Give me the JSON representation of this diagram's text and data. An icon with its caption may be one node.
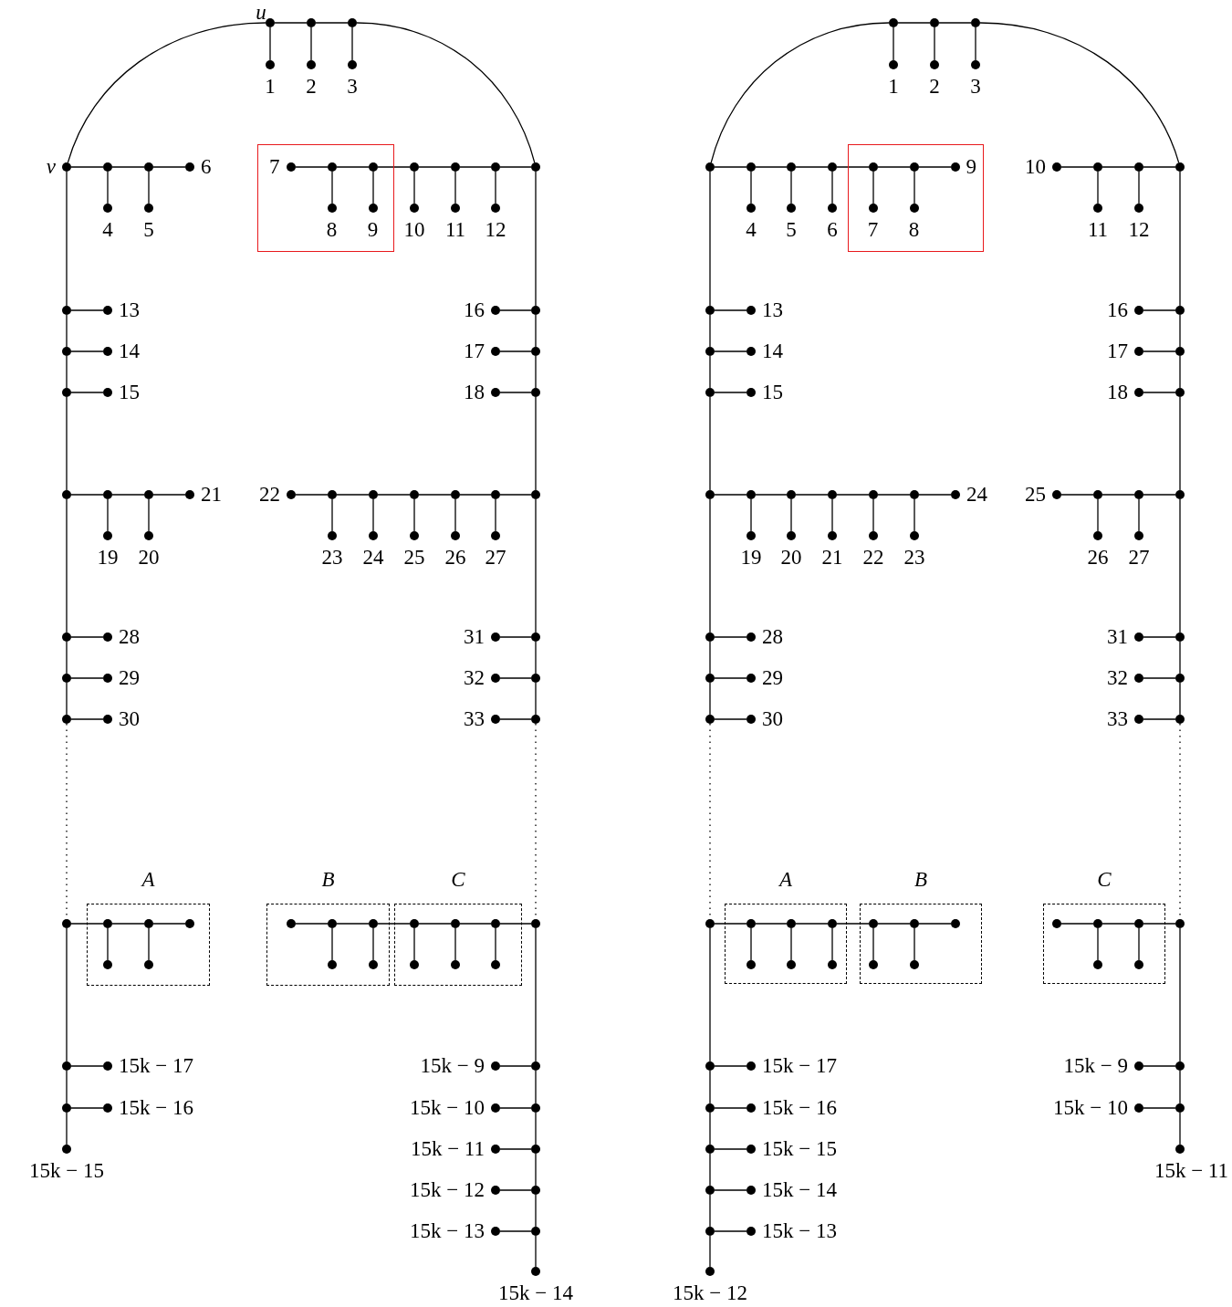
{
  "diagram": {
    "nodes": [
      {
        "text": [
          "u"
        ]
      },
      {
        "text": [
          "1"
        ]
      },
      {
        "text": [],
        "shape": "circle"
      },
      {
        "text": [
          "2"
        ]
      },
      {
        "text": [],
        "shape": "circle"
      },
      {
        "text": [
          "3"
        ]
      },
      {
        "text": [
          "v"
        ]
      },
      {
        "text": [],
        "shape": "circle"
      },
      {
        "text": [
          "4"
        ]
      },
      {
        "text": [],
        "shape": "circle"
      },
      {
        "text": [
          "5"
        ]
      },
      {
        "text": [
          "6"
        ]
      },
      {
        "text": [],
        "shape": "box"
      },
      {
        "text": [
          "7"
        ],
        "in": 12
      },
      {
        "text": [],
        "shape": "circle",
        "in": 12
      },
      {
        "text": [
          "8"
        ],
        "in": 12
      },
      {
        "text": [],
        "shape": "circle",
        "in": 12
      },
      {
        "text": [
          "9"
        ],
        "in": 12
      },
      {
        "text": [],
        "shape": "circle"
      },
      {
        "text": [
          "10"
        ]
      },
      {
        "text": [],
        "shape": "circle"
      },
      {
        "text": [
          "11"
        ]
      },
      {
        "text": [],
        "shape": "circle"
      },
      {
        "text": [
          "12"
        ]
      },
      {
        "text": [],
        "shape": "circle"
      },
      {
        "text": [],
        "shape": "circle"
      },
      {
        "text": [
          "13"
        ]
      },
      {
        "text": [
          "16"
        ]
      },
      {
        "text": [],
        "shape": "circle"
      },
      {
        "text": [],
        "shape": "circle"
      },
      {
        "text": [
          "14"
        ]
      },
      {
        "text": [
          "17"
        ]
      },
      {
        "text": [],
        "shape": "circle"
      },
      {
        "text": [],
        "shape": "circle"
      },
      {
        "text": [
          "15"
        ]
      },
      {
        "text": [
          "18"
        ]
      },
      {
        "text": [],
        "shape": "circle"
      },
      {
        "text": [],
        "shape": "circle"
      },
      {
        "text": [],
        "shape": "circle"
      },
      {
        "text": [],
        "shape": "circle"
      },
      {
        "text": [
          "21"
        ]
      },
      {
        "text": [
          "22"
        ]
      },
      {
        "text": [],
        "shape": "circle"
      },
      {
        "text": [],
        "shape": "circle"
      },
      {
        "text": [],
        "shape": "circle"
      },
      {
        "text": [],
        "shape": "circle"
      },
      {
        "text": [],
        "shape": "circle"
      },
      {
        "text": [],
        "shape": "circle"
      },
      {
        "text": [
          "19"
        ]
      },
      {
        "text": [
          "20"
        ]
      },
      {
        "text": [
          "23"
        ]
      },
      {
        "text": [
          "24"
        ]
      },
      {
        "text": [
          "25"
        ]
      },
      {
        "text": [
          "26"
        ]
      },
      {
        "text": [
          "27"
        ]
      },
      {
        "text": [],
        "shape": "circle"
      },
      {
        "text": [
          "28"
        ]
      },
      {
        "text": [
          "31"
        ]
      },
      {
        "text": [],
        "shape": "circle"
      },
      {
        "text": [],
        "shape": "circle"
      },
      {
        "text": [
          "29"
        ]
      },
      {
        "text": [
          "32"
        ]
      },
      {
        "text": [],
        "shape": "circle"
      },
      {
        "text": [],
        "shape": "circle"
      },
      {
        "text": [
          "30"
        ]
      },
      {
        "text": [
          "33"
        ]
      },
      {
        "text": [],
        "shape": "circle"
      },
      {
        "text": [],
        "shape": "circle"
      },
      {
        "text": [
          "A"
        ]
      },
      {
        "text": [],
        "shape": "circle",
        "in": 68
      },
      {
        "text": [],
        "shape": "circle",
        "in": 68
      },
      {
        "text": [],
        "shape": "circle",
        "in": 68
      },
      {
        "text": [],
        "shape": "circle",
        "in": 68
      },
      {
        "text": [],
        "shape": "circle",
        "in": 68
      },
      {
        "text": [
          "B"
        ]
      },
      {
        "text": [],
        "shape": "circle",
        "in": 74
      },
      {
        "text": [],
        "shape": "circle",
        "in": 74
      },
      {
        "text": [],
        "shape": "circle",
        "in": 74
      },
      {
        "text": [],
        "shape": "circle",
        "in": 74
      },
      {
        "text": [],
        "shape": "circle",
        "in": 74
      },
      {
        "text": [
          "C"
        ]
      },
      {
        "text": [],
        "shape": "circle",
        "in": 80
      },
      {
        "text": [],
        "shape": "circle",
        "in": 80
      },
      {
        "text": [],
        "shape": "circle",
        "in": 80
      },
      {
        "text": [],
        "shape": "circle",
        "in": 80
      },
      {
        "text": [],
        "shape": "circle",
        "in": 80
      },
      {
        "text": [],
        "shape": "circle",
        "in": 80
      },
      {
        "text": [],
        "shape": "circle"
      },
      {
        "text": [],
        "shape": "circle"
      },
      {
        "text": [
          "15k − 17"
        ]
      },
      {
        "text": [
          "15k − 9"
        ]
      },
      {
        "text": [],
        "shape": "circle"
      },
      {
        "text": [],
        "shape": "circle"
      },
      {
        "text": [
          "15k − 16"
        ]
      },
      {
        "text": [
          "15k − 10"
        ]
      },
      {
        "text": [],
        "shape": "circle"
      },
      {
        "text": [
          "15k − 15"
        ]
      },
      {
        "text": [
          "15k − 11"
        ]
      },
      {
        "text": [],
        "shape": "circle"
      },
      {
        "text": [
          "15k − 12"
        ]
      },
      {
        "text": [],
        "shape": "circle"
      },
      {
        "text": [
          "15k − 13"
        ]
      },
      {
        "text": [],
        "shape": "circle"
      },
      {
        "text": [
          "15k − 14"
        ]
      },
      {
        "text": [],
        "shape": "circle"
      },
      {
        "text": [
          "1"
        ]
      },
      {
        "text": [],
        "shape": "circle"
      },
      {
        "text": [
          "2"
        ]
      },
      {
        "text": [],
        "shape": "circle"
      },
      {
        "text": [
          "3"
        ]
      },
      {
        "text": [],
        "shape": "circle"
      },
      {
        "text": [],
        "shape": "circle"
      },
      {
        "text": [
          "4"
        ]
      },
      {
        "text": [],
        "shape": "circle"
      },
      {
        "text": [
          "5"
        ]
      },
      {
        "text": [],
        "shape": "circle"
      },
      {
        "text": [
          "6"
        ]
      },
      {
        "text": [],
        "shape": "box"
      },
      {
        "text": [],
        "shape": "circle",
        "in": 117
      },
      {
        "text": [
          "7"
        ],
        "in": 117
      },
      {
        "text": [],
        "shape": "circle",
        "in": 117
      },
      {
        "text": [
          "8"
        ],
        "in": 117
      },
      {
        "text": [
          "9"
        ],
        "in": 117
      },
      {
        "text": [
          "10"
        ]
      },
      {
        "text": [],
        "shape": "circle"
      },
      {
        "text": [
          "11"
        ]
      },
      {
        "text": [],
        "shape": "circle"
      },
      {
        "text": [
          "12"
        ]
      },
      {
        "text": [],
        "shape": "circle"
      },
      {
        "text": [],
        "shape": "circle"
      },
      {
        "text": [
          "13"
        ]
      },
      {
        "text": [
          "16"
        ]
      },
      {
        "text": [],
        "shape": "circle"
      },
      {
        "text": [],
        "shape": "circle"
      },
      {
        "text": [
          "14"
        ]
      },
      {
        "text": [
          "17"
        ]
      },
      {
        "text": [],
        "shape": "circle"
      },
      {
        "text": [],
        "shape": "circle"
      },
      {
        "text": [
          "15"
        ]
      },
      {
        "text": [
          "18"
        ]
      },
      {
        "text": [],
        "shape": "circle"
      },
      {
        "text": [],
        "shape": "circle"
      },
      {
        "text": [],
        "shape": "circle"
      },
      {
        "text": [],
        "shape": "circle"
      },
      {
        "text": [],
        "shape": "circle"
      },
      {
        "text": [],
        "shape": "circle"
      },
      {
        "text": [],
        "shape": "circle"
      },
      {
        "text": [
          "24"
        ]
      },
      {
        "text": [
          "25"
        ]
      },
      {
        "text": [],
        "shape": "circle"
      },
      {
        "text": [],
        "shape": "circle"
      },
      {
        "text": [],
        "shape": "circle"
      },
      {
        "text": [
          "19"
        ]
      },
      {
        "text": [
          "20"
        ]
      },
      {
        "text": [
          "21"
        ]
      },
      {
        "text": [
          "22"
        ]
      },
      {
        "text": [
          "23"
        ]
      },
      {
        "text": [
          "26"
        ]
      },
      {
        "text": [
          "27"
        ]
      },
      {
        "text": [],
        "shape": "circle"
      },
      {
        "text": [
          "28"
        ]
      },
      {
        "text": [
          "31"
        ]
      },
      {
        "text": [],
        "shape": "circle"
      },
      {
        "text": [],
        "shape": "circle"
      },
      {
        "text": [
          "29"
        ]
      },
      {
        "text": [
          "32"
        ]
      },
      {
        "text": [],
        "shape": "circle"
      },
      {
        "text": [],
        "shape": "circle"
      },
      {
        "text": [
          "30"
        ]
      },
      {
        "text": [
          "33"
        ]
      },
      {
        "text": [],
        "shape": "circle"
      },
      {
        "text": [],
        "shape": "circle"
      },
      {
        "text": [
          "A"
        ]
      },
      {
        "text": [],
        "shape": "circle",
        "in": 172
      },
      {
        "text": [],
        "shape": "circle",
        "in": 172
      },
      {
        "text": [],
        "shape": "circle",
        "in": 172
      },
      {
        "text": [],
        "shape": "circle",
        "in": 172
      },
      {
        "text": [],
        "shape": "circle",
        "in": 172
      },
      {
        "text": [],
        "shape": "circle",
        "in": 172
      },
      {
        "text": [
          "B"
        ]
      },
      {
        "text": [],
        "shape": "circle",
        "in": 179
      },
      {
        "text": [],
        "shape": "circle",
        "in": 179
      },
      {
        "text": [],
        "shape": "circle",
        "in": 179
      },
      {
        "text": [],
        "shape": "circle",
        "in": 179
      },
      {
        "text": [],
        "shape": "circle",
        "in": 179
      },
      {
        "text": [
          "C"
        ]
      },
      {
        "text": [],
        "shape": "circle",
        "in": 185
      },
      {
        "text": [],
        "shape": "circle",
        "in": 185
      },
      {
        "text": [],
        "shape": "circle",
        "in": 185
      },
      {
        "text": [],
        "shape": "circle",
        "in": 185
      },
      {
        "text": [],
        "shape": "circle",
        "in": 185
      },
      {
        "text": [],
        "shape": "circle"
      },
      {
        "text": [],
        "shape": "circle"
      },
      {
        "text": [
          "15k − 17"
        ]
      },
      {
        "text": [
          "15k − 9"
        ]
      },
      {
        "text": [],
        "shape": "circle"
      },
      {
        "text": [],
        "shape": "circle"
      },
      {
        "text": [
          "15k − 16"
        ]
      },
      {
        "text": [
          "15k − 10"
        ]
      },
      {
        "text": [],
        "shape": "circle"
      },
      {
        "text": [],
        "shape": "circle"
      },
      {
        "text": [
          "15k − 15"
        ]
      },
      {
        "text": [
          "15k − 11"
        ]
      },
      {
        "text": [],
        "shape": "circle"
      },
      {
        "text": [
          "15k − 14"
        ]
      },
      {
        "text": [],
        "shape": "circle"
      },
      {
        "text": [
          "15k − 13"
        ]
      },
      {
        "text": [
          "15k − 12"
        ]
      }
    ],
    "edges": [
      {
        "from": 6,
        "to": 0,
        "arrow": "none"
      },
      {
        "from": 0,
        "to": 2,
        "arrow": "none"
      },
      {
        "from": 2,
        "to": 4,
        "arrow": "none"
      },
      {
        "from": 4,
        "to": 24,
        "arrow": "none"
      },
      {
        "from": 0,
        "to": 1,
        "arrow": "none"
      },
      {
        "from": 2,
        "to": 3,
        "arrow": "none"
      },
      {
        "from": 4,
        "to": 5,
        "arrow": "none"
      },
      {
        "from": 6,
        "to": 7,
        "arrow": "none"
      },
      {
        "from": 7,
        "to": 9,
        "arrow": "none"
      },
      {
        "from": 9,
        "to": 11,
        "arrow": "none"
      },
      {
        "from": 7,
        "to": 8,
        "arrow": "none"
      },
      {
        "from": 9,
        "to": 10,
        "arrow": "none"
      },
      {
        "from": 13,
        "to": 14,
        "arrow": "none"
      },
      {
        "from": 14,
        "to": 16,
        "arrow": "none"
      },
      {
        "from": 16,
        "to": 18,
        "arrow": "none"
      },
      {
        "from": 18,
        "to": 20,
        "arrow": "none"
      },
      {
        "from": 20,
        "to": 22,
        "arrow": "none"
      },
      {
        "from": 22,
        "to": 24,
        "arrow": "none"
      },
      {
        "from": 14,
        "to": 15,
        "arrow": "none"
      },
      {
        "from": 16,
        "to": 17,
        "arrow": "none"
      },
      {
        "from": 18,
        "to": 19,
        "arrow": "none"
      },
      {
        "from": 20,
        "to": 21,
        "arrow": "none"
      },
      {
        "from": 22,
        "to": 23,
        "arrow": "none"
      },
      {
        "from": 6,
        "to": 25,
        "arrow": "none"
      },
      {
        "from": 25,
        "to": 29,
        "arrow": "none"
      },
      {
        "from": 29,
        "to": 33,
        "arrow": "none"
      },
      {
        "from": 33,
        "to": 37,
        "arrow": "none"
      },
      {
        "from": 37,
        "to": 55,
        "arrow": "none"
      },
      {
        "from": 55,
        "to": 59,
        "arrow": "none"
      },
      {
        "from": 59,
        "to": 63,
        "arrow": "none"
      },
      {
        "from": 63,
        "to": 67,
        "arrow": "none",
        "style": "dashed"
      },
      {
        "from": 67,
        "to": 88,
        "arrow": "none"
      },
      {
        "from": 88,
        "to": 92,
        "arrow": "none"
      },
      {
        "from": 92,
        "to": 96,
        "arrow": "none"
      },
      {
        "from": 24,
        "to": 28,
        "arrow": "none"
      },
      {
        "from": 28,
        "to": 32,
        "arrow": "none"
      },
      {
        "from": 32,
        "to": 36,
        "arrow": "none"
      },
      {
        "from": 36,
        "to": 47,
        "arrow": "none"
      },
      {
        "from": 47,
        "to": 58,
        "arrow": "none"
      },
      {
        "from": 58,
        "to": 62,
        "arrow": "none"
      },
      {
        "from": 62,
        "to": 66,
        "arrow": "none"
      },
      {
        "from": 66,
        "to": 87,
        "arrow": "none",
        "style": "dashed"
      },
      {
        "from": 87,
        "to": 91,
        "arrow": "none"
      },
      {
        "from": 91,
        "to": 95,
        "arrow": "none"
      },
      {
        "from": 95,
        "to": 98,
        "arrow": "none"
      },
      {
        "from": 98,
        "to": 100,
        "arrow": "none"
      },
      {
        "from": 100,
        "to": 102,
        "arrow": "none"
      },
      {
        "from": 102,
        "to": 103,
        "arrow": "none"
      },
      {
        "from": 25,
        "to": 26,
        "arrow": "none"
      },
      {
        "from": 29,
        "to": 30,
        "arrow": "none"
      },
      {
        "from": 33,
        "to": 34,
        "arrow": "none"
      },
      {
        "from": 27,
        "to": 28,
        "arrow": "none"
      },
      {
        "from": 31,
        "to": 32,
        "arrow": "none"
      },
      {
        "from": 35,
        "to": 36,
        "arrow": "none"
      },
      {
        "from": 55,
        "to": 56,
        "arrow": "none"
      },
      {
        "from": 59,
        "to": 60,
        "arrow": "none"
      },
      {
        "from": 63,
        "to": 64,
        "arrow": "none"
      },
      {
        "from": 57,
        "to": 58,
        "arrow": "none"
      },
      {
        "from": 61,
        "to": 62,
        "arrow": "none"
      },
      {
        "from": 65,
        "to": 66,
        "arrow": "none"
      },
      {
        "from": 88,
        "to": 89,
        "arrow": "none"
      },
      {
        "from": 92,
        "to": 93,
        "arrow": "none"
      },
      {
        "from": 90,
        "to": 91,
        "arrow": "none"
      },
      {
        "from": 94,
        "to": 95,
        "arrow": "none"
      },
      {
        "from": 97,
        "to": 98,
        "arrow": "none"
      },
      {
        "from": 99,
        "to": 100,
        "arrow": "none"
      },
      {
        "from": 101,
        "to": 102,
        "arrow": "none"
      },
      {
        "from": 37,
        "to": 38,
        "arrow": "none"
      },
      {
        "from": 38,
        "to": 39,
        "arrow": "none"
      },
      {
        "from": 39,
        "to": 40,
        "arrow": "none"
      },
      {
        "from": 38,
        "to": 48,
        "arrow": "none"
      },
      {
        "from": 39,
        "to": 49,
        "arrow": "none"
      },
      {
        "from": 41,
        "to": 42,
        "arrow": "none"
      },
      {
        "from": 42,
        "to": 43,
        "arrow": "none"
      },
      {
        "from": 43,
        "to": 44,
        "arrow": "none"
      },
      {
        "from": 44,
        "to": 45,
        "arrow": "none"
      },
      {
        "from": 45,
        "to": 46,
        "arrow": "none"
      },
      {
        "from": 46,
        "to": 47,
        "arrow": "none"
      },
      {
        "from": 42,
        "to": 50,
        "arrow": "none"
      },
      {
        "from": 43,
        "to": 51,
        "arrow": "none"
      },
      {
        "from": 44,
        "to": 52,
        "arrow": "none"
      },
      {
        "from": 45,
        "to": 53,
        "arrow": "none"
      },
      {
        "from": 46,
        "to": 54,
        "arrow": "none"
      },
      {
        "from": 67,
        "to": 69,
        "arrow": "none"
      },
      {
        "from": 69,
        "to": 70,
        "arrow": "none"
      },
      {
        "from": 70,
        "to": 71,
        "arrow": "none"
      },
      {
        "from": 69,
        "to": 72,
        "arrow": "none"
      },
      {
        "from": 70,
        "to": 73,
        "arrow": "none"
      },
      {
        "from": 75,
        "to": 76,
        "arrow": "none"
      },
      {
        "from": 76,
        "to": 77,
        "arrow": "none"
      },
      {
        "from": 77,
        "to": 81,
        "arrow": "none"
      },
      {
        "from": 81,
        "to": 82,
        "arrow": "none"
      },
      {
        "from": 82,
        "to": 83,
        "arrow": "none"
      },
      {
        "from": 83,
        "to": 87,
        "arrow": "none"
      },
      {
        "from": 76,
        "to": 78,
        "arrow": "none"
      },
      {
        "from": 77,
        "to": 79,
        "arrow": "none"
      },
      {
        "from": 81,
        "to": 84,
        "arrow": "none"
      },
      {
        "from": 82,
        "to": 85,
        "arrow": "none"
      },
      {
        "from": 83,
        "to": 86,
        "arrow": "none"
      },
      {
        "from": 110,
        "to": 104,
        "arrow": "none"
      },
      {
        "from": 104,
        "to": 106,
        "arrow": "none"
      },
      {
        "from": 106,
        "to": 108,
        "arrow": "none"
      },
      {
        "from": 108,
        "to": 128,
        "arrow": "none"
      },
      {
        "from": 104,
        "to": 105,
        "arrow": "none"
      },
      {
        "from": 106,
        "to": 107,
        "arrow": "none"
      },
      {
        "from": 108,
        "to": 109,
        "arrow": "none"
      },
      {
        "from": 110,
        "to": 111,
        "arrow": "none"
      },
      {
        "from": 111,
        "to": 113,
        "arrow": "none"
      },
      {
        "from": 113,
        "to": 115,
        "arrow": "none"
      },
      {
        "from": 115,
        "to": 118,
        "arrow": "none"
      },
      {
        "from": 118,
        "to": 120,
        "arrow": "none"
      },
      {
        "from": 120,
        "to": 122,
        "arrow": "none"
      },
      {
        "from": 111,
        "to": 112,
        "arrow": "none"
      },
      {
        "from": 113,
        "to": 114,
        "arrow": "none"
      },
      {
        "from": 115,
        "to": 116,
        "arrow": "none"
      },
      {
        "from": 118,
        "to": 119,
        "arrow": "none"
      },
      {
        "from": 120,
        "to": 121,
        "arrow": "none"
      },
      {
        "from": 123,
        "to": 124,
        "arrow": "none"
      },
      {
        "from": 124,
        "to": 126,
        "arrow": "none"
      },
      {
        "from": 126,
        "to": 128,
        "arrow": "none"
      },
      {
        "from": 124,
        "to": 125,
        "arrow": "none"
      },
      {
        "from": 126,
        "to": 127,
        "arrow": "none"
      },
      {
        "from": 110,
        "to": 129,
        "arrow": "none"
      },
      {
        "from": 129,
        "to": 133,
        "arrow": "none"
      },
      {
        "from": 133,
        "to": 137,
        "arrow": "none"
      },
      {
        "from": 137,
        "to": 141,
        "arrow": "none"
      },
      {
        "from": 141,
        "to": 159,
        "arrow": "none"
      },
      {
        "from": 159,
        "to": 163,
        "arrow": "none"
      },
      {
        "from": 163,
        "to": 167,
        "arrow": "none"
      },
      {
        "from": 167,
        "to": 171,
        "arrow": "none",
        "style": "dashed"
      },
      {
        "from": 171,
        "to": 192,
        "arrow": "none"
      },
      {
        "from": 192,
        "to": 196,
        "arrow": "none"
      },
      {
        "from": 196,
        "to": 200,
        "arrow": "none"
      },
      {
        "from": 200,
        "to": 203,
        "arrow": "none"
      },
      {
        "from": 203,
        "to": 205,
        "arrow": "none"
      },
      {
        "from": 205,
        "to": 207,
        "arrow": "none"
      },
      {
        "from": 128,
        "to": 132,
        "arrow": "none"
      },
      {
        "from": 132,
        "to": 136,
        "arrow": "none"
      },
      {
        "from": 136,
        "to": 140,
        "arrow": "none"
      },
      {
        "from": 140,
        "to": 151,
        "arrow": "none"
      },
      {
        "from": 151,
        "to": 162,
        "arrow": "none"
      },
      {
        "from": 162,
        "to": 166,
        "arrow": "none"
      },
      {
        "from": 166,
        "to": 170,
        "arrow": "none"
      },
      {
        "from": 170,
        "to": 191,
        "arrow": "none",
        "style": "dashed"
      },
      {
        "from": 191,
        "to": 195,
        "arrow": "none"
      },
      {
        "from": 195,
        "to": 199,
        "arrow": "none"
      },
      {
        "from": 199,
        "to": 202,
        "arrow": "none"
      },
      {
        "from": 129,
        "to": 130,
        "arrow": "none"
      },
      {
        "from": 133,
        "to": 134,
        "arrow": "none"
      },
      {
        "from": 137,
        "to": 138,
        "arrow": "none"
      },
      {
        "from": 131,
        "to": 132,
        "arrow": "none"
      },
      {
        "from": 135,
        "to": 136,
        "arrow": "none"
      },
      {
        "from": 139,
        "to": 140,
        "arrow": "none"
      },
      {
        "from": 159,
        "to": 160,
        "arrow": "none"
      },
      {
        "from": 163,
        "to": 164,
        "arrow": "none"
      },
      {
        "from": 167,
        "to": 168,
        "arrow": "none"
      },
      {
        "from": 161,
        "to": 162,
        "arrow": "none"
      },
      {
        "from": 165,
        "to": 166,
        "arrow": "none"
      },
      {
        "from": 169,
        "to": 170,
        "arrow": "none"
      },
      {
        "from": 192,
        "to": 193,
        "arrow": "none"
      },
      {
        "from": 196,
        "to": 197,
        "arrow": "none"
      },
      {
        "from": 200,
        "to": 201,
        "arrow": "none"
      },
      {
        "from": 203,
        "to": 204,
        "arrow": "none"
      },
      {
        "from": 205,
        "to": 206,
        "arrow": "none"
      },
      {
        "from": 194,
        "to": 195,
        "arrow": "none"
      },
      {
        "from": 198,
        "to": 199,
        "arrow": "none"
      },
      {
        "from": 141,
        "to": 142,
        "arrow": "none"
      },
      {
        "from": 142,
        "to": 143,
        "arrow": "none"
      },
      {
        "from": 143,
        "to": 144,
        "arrow": "none"
      },
      {
        "from": 144,
        "to": 145,
        "arrow": "none"
      },
      {
        "from": 145,
        "to": 146,
        "arrow": "none"
      },
      {
        "from": 146,
        "to": 147,
        "arrow": "none"
      },
      {
        "from": 142,
        "to": 152,
        "arrow": "none"
      },
      {
        "from": 143,
        "to": 153,
        "arrow": "none"
      },
      {
        "from": 144,
        "to": 154,
        "arrow": "none"
      },
      {
        "from": 145,
        "to": 155,
        "arrow": "none"
      },
      {
        "from": 146,
        "to": 156,
        "arrow": "none"
      },
      {
        "from": 148,
        "to": 149,
        "arrow": "none"
      },
      {
        "from": 149,
        "to": 150,
        "arrow": "none"
      },
      {
        "from": 150,
        "to": 151,
        "arrow": "none"
      },
      {
        "from": 149,
        "to": 157,
        "arrow": "none"
      },
      {
        "from": 150,
        "to": 158,
        "arrow": "none"
      },
      {
        "from": 171,
        "to": 173,
        "arrow": "none"
      },
      {
        "from": 173,
        "to": 174,
        "arrow": "none"
      },
      {
        "from": 174,
        "to": 175,
        "arrow": "none"
      },
      {
        "from": 175,
        "to": 180,
        "arrow": "none"
      },
      {
        "from": 180,
        "to": 181,
        "arrow": "none"
      },
      {
        "from": 181,
        "to": 182,
        "arrow": "none"
      },
      {
        "from": 173,
        "to": 176,
        "arrow": "none"
      },
      {
        "from": 174,
        "to": 177,
        "arrow": "none"
      },
      {
        "from": 175,
        "to": 178,
        "arrow": "none"
      },
      {
        "from": 180,
        "to": 183,
        "arrow": "none"
      },
      {
        "from": 181,
        "to": 184,
        "arrow": "none"
      },
      {
        "from": 186,
        "to": 187,
        "arrow": "none"
      },
      {
        "from": 187,
        "to": 188,
        "arrow": "none"
      },
      {
        "from": 188,
        "to": 191,
        "arrow": "none"
      },
      {
        "from": 187,
        "to": 189,
        "arrow": "none"
      },
      {
        "from": 188,
        "to": 190,
        "arrow": "none"
      }
    ]
  }
}
